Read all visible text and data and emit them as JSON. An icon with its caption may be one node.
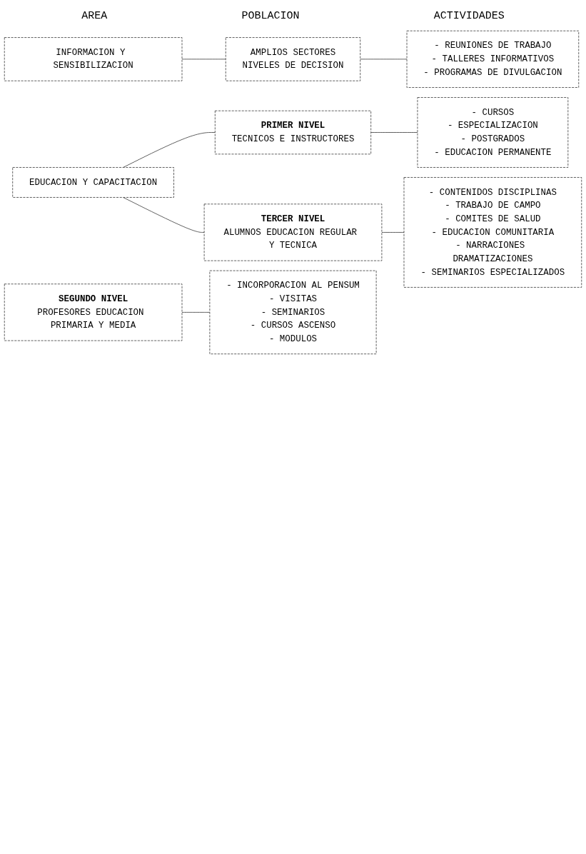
{
  "diagram": {
    "nodes": [
      {
        "text": [
          "INFORMACION Y SENSIBILIZACION"
        ]
      },
      {
        "text": [
          "AMPLIOS SECTORES",
          "NIVELES DE DECISION"
        ]
      },
      {
        "text": [
          "- REUNIONES DE TRABAJO",
          "- TALLERES INFORMATIVOS",
          "- PROGRAMAS DE DIVULGACION"
        ]
      },
      {
        "text": [
          "EDUCACION Y CAPACITACION"
        ]
      },
      {
        "text": [
          "**PRIMER NIVEL**",
          "TECNICOS E INSTRUCTORES"
        ]
      },
      {
        "text": [
          "- CURSOS",
          "- ESPECIALIZACION",
          "- POSTGRADOS",
          "- EDUCACION PERMANENTE"
        ]
      },
      {
        "text": [
          "**SEGUNDO NIVEL**",
          "PROFESORES EDUCACION PRIMARIA Y MEDIA"
        ]
      },
      {
        "text": [
          "- INCORPORACION AL PENSUM",
          "- VISITAS",
          "- SEMINARIOS",
          "- CURSOS ASCENSO",
          "- MODULOS"
        ]
      },
      {
        "text": [
          "**TERCER NIVEL**",
          "ALUMNOS EDUCACION REGULAR Y TECNICA"
        ]
      },
      {
        "text": [
          "- CONTENIDOS DISCIPLINAS",
          "- TRABAJO DE CAMPO",
          "- COMITES DE SALUD",
          "- EDUCACION COMUNITARIA",
          "- NARRACIONES DRAMATIZACIONES",
          "- SEMINARIOS ESPECIALIZADOS"
        ]
      }
    ],
    "edges": [
      {
        "from": 0,
        "to": 1,
        "arrow": "none"
      },
      {
        "from": 1,
        "to": 2,
        "arrow": "none"
      },
      {
        "from": 3,
        "to": 4,
        "arrow": "none"
      },
      {
        "from": 4,
        "to": 5,
        "arrow": "none"
      },
      {
        "from": 6,
        "to": 7,
        "arrow": "none"
      },
      {
        "from": 3,
        "to": 8,
        "arrow": "none"
      },
      {
        "from": 8,
        "to": 9,
        "arrow": "none"
      }
    ],
    "labels": [
      "AREA",
      "POBLACION",
      "ACTIVIDADES"
    ]
  }
}
